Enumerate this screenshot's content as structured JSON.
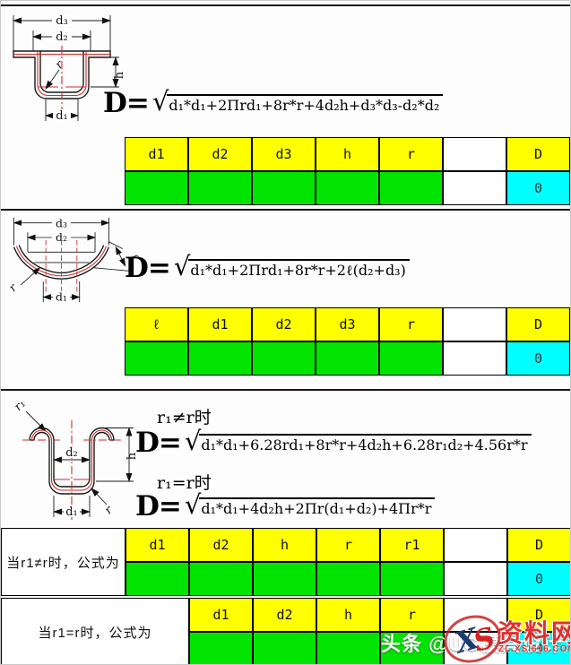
{
  "colors": {
    "header_fill": "#ffff00",
    "input_fill": "#00e400",
    "result_fill": "#00ffff",
    "table_line": "#000000",
    "diagram_accent": "#cf2b2b"
  },
  "sections": [
    {
      "drawing": {
        "labels": {
          "d3": "d₃",
          "d2": "d₂",
          "d1": "d₁",
          "h": "h",
          "r": "r"
        }
      },
      "formula": {
        "lhs": "D=",
        "radical": "√",
        "expr": "d₁*d₁+2Πrd₁+8r*r+4d₂h+d₃*d₃-d₂*d₂"
      },
      "table": {
        "headers": [
          "d1",
          "d2",
          "d3",
          "h",
          "r",
          "",
          "D"
        ],
        "values": [
          "",
          "",
          "",
          "",
          "",
          "",
          "0"
        ]
      }
    },
    {
      "drawing": {
        "labels": {
          "d3": "d₃",
          "d2": "d₂",
          "d1": "d₁",
          "r": "r",
          "l": "ℓ"
        }
      },
      "formula": {
        "lhs": "D=",
        "radical": "√",
        "expr": "d₁*d₁+2Πrd₁+8r*r+2ℓ(d₂+d₃)"
      },
      "table": {
        "headers": [
          "ℓ",
          "d1",
          "d2",
          "d3",
          "r",
          "",
          "D"
        ],
        "values": [
          "",
          "",
          "",
          "",
          "",
          "",
          "0"
        ]
      }
    },
    {
      "drawing": {
        "labels": {
          "r1": "r₁",
          "d2": "d₂",
          "d1": "d₁",
          "h": "h",
          "r": "r"
        }
      },
      "formulas": [
        {
          "cond": "r₁≠r时",
          "lhs": "D=",
          "radical": "√",
          "expr": "d₁*d₁+6.28rd₁+8r*r+4d₂h+6.28r₁d₂+4.56r*r"
        },
        {
          "cond": "r₁=r时",
          "lhs": "D=",
          "radical": "√",
          "expr": "d₁*d₁+4d₂h+2Πr(d₁+d₂)+4Πr*r"
        }
      ],
      "tables": [
        {
          "row_label": "当r1≠r时，公式为",
          "headers": [
            "d1",
            "d2",
            "h",
            "r",
            "r1",
            "",
            "D"
          ],
          "values": [
            "",
            "",
            "",
            "",
            "",
            "",
            "0"
          ]
        },
        {
          "row_label": "当r1=r时，公式为",
          "headers": [
            "d1",
            "d2",
            "h",
            "r",
            "",
            "D"
          ],
          "values": [
            "",
            "",
            "",
            "",
            "",
            "0"
          ]
        }
      ]
    }
  ],
  "watermark": {
    "byline": "头条 @UG模具设计",
    "logo_letters_x": "X",
    "logo_letters_s": "S",
    "site_name": "资料网",
    "site_url": "ZL.XSI616.COM"
  }
}
